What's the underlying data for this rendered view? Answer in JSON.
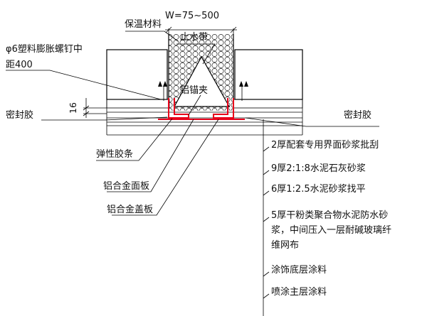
{
  "labels": {
    "insulation": "保温材料",
    "width": "W=75~500",
    "waterstop": "止水带",
    "anchor_bolt": "φ6塑料膨胀螺钉中",
    "anchor_spacing": "距400",
    "aluminum_clip": "铝锚夹",
    "dim_16": "16",
    "sealant_left": "密封胶",
    "sealant_right": "密封胶",
    "elastic_strip": "弹性胶条",
    "face_plate": "铝合金面板",
    "cover_plate": "铝合金盖板"
  },
  "layers": [
    "2厚配套专用界面砂浆批刮",
    "9厚2:1:8水泥石灰砂浆",
    "6厚1:2.5水泥砂浆找平",
    "5厚干粉类聚合物水泥防水砂",
    "浆，中间压入一层耐碱玻璃纤",
    "维网布",
    "涂饰底层涂料",
    "喷涂主层涂料"
  ],
  "colors": {
    "line": "#000000",
    "plate": "#e8001a"
  }
}
